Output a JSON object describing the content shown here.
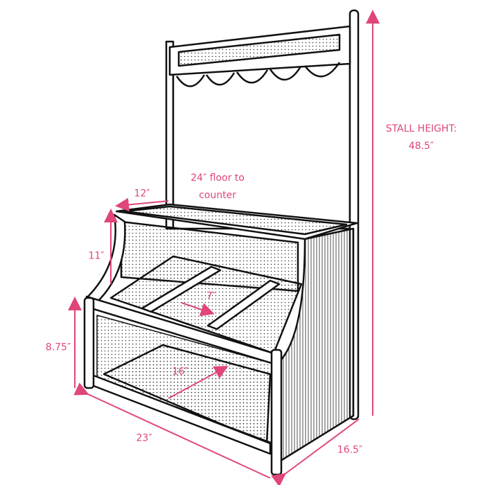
{
  "colors": {
    "accent": "#e0457b",
    "ink": "#111111"
  },
  "labels": {
    "stall_height_title": "STALL HEIGHT:",
    "stall_height_value": "48.5″",
    "floor_to_counter_line1": "24″ floor to",
    "floor_to_counter_line2": "counter",
    "counter_depth": "12″",
    "upper_shelf_height": "11″",
    "lower_shelf_height": "8.75″",
    "divider_width": "7″",
    "bottom_depth": "16″",
    "width": "23″",
    "side_depth": "16.5″"
  }
}
